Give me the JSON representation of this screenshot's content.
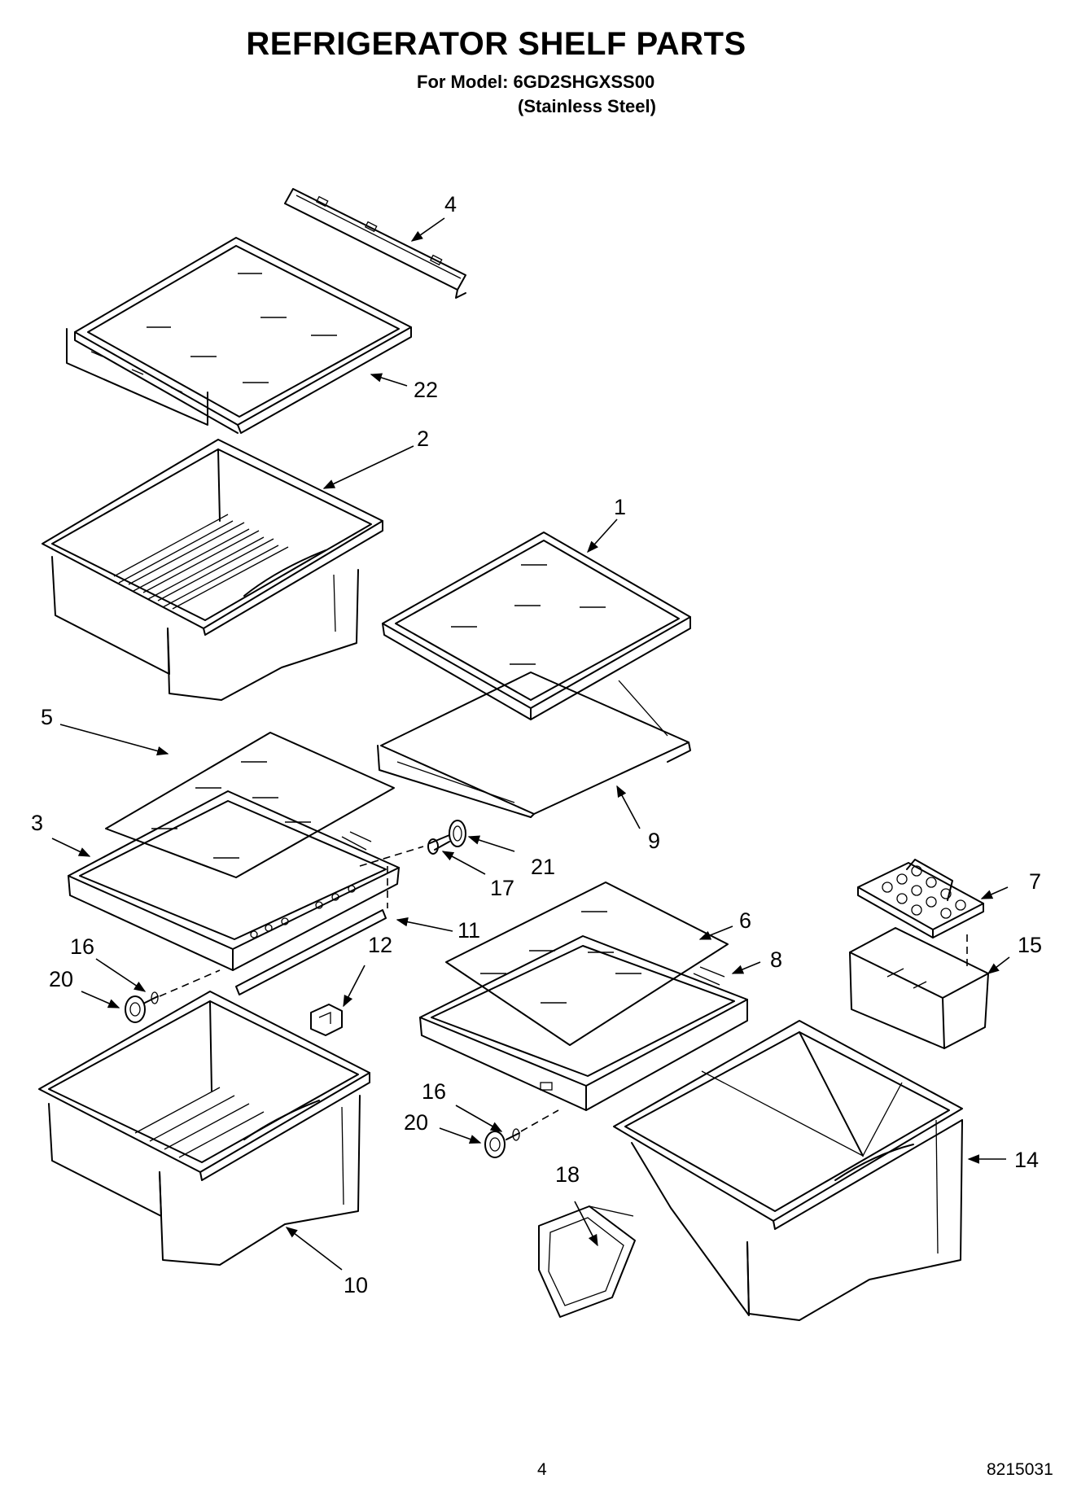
{
  "header": {
    "title": "REFRIGERATOR SHELF PARTS",
    "model_line": "For Model: 6GD2SHGXSS00",
    "finish_line": "(Stainless Steel)"
  },
  "footer": {
    "page_number": "4",
    "document_number": "8215031"
  },
  "callouts": {
    "p1": "1",
    "p2": "2",
    "p3": "3",
    "p4": "4",
    "p5": "5",
    "p6": "6",
    "p7": "7",
    "p8": "8",
    "p9": "9",
    "p10": "10",
    "p11": "11",
    "p12": "12",
    "p14": "14",
    "p15": "15",
    "p16a": "16",
    "p16b": "16",
    "p17": "17",
    "p18": "18",
    "p20a": "20",
    "p20b": "20",
    "p21": "21",
    "p22": "22"
  }
}
